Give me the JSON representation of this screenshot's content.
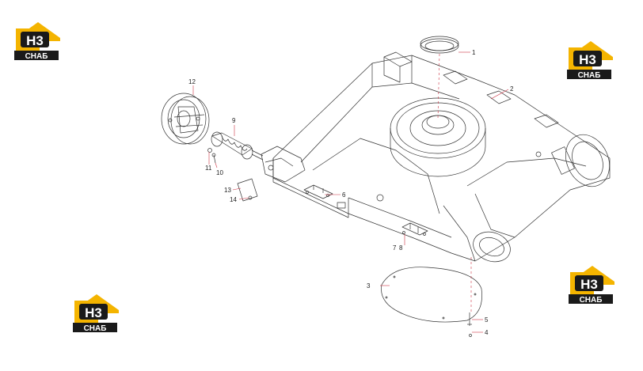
{
  "brand": {
    "logo_mark": "H3",
    "logo_text": "CHAБ",
    "colors": {
      "yellow": "#f4b400",
      "black": "#1a1a1a",
      "white": "#ffffff"
    }
  },
  "callouts": {
    "c1": "1",
    "c2": "2",
    "c3": "3",
    "c4": "4",
    "c5": "5",
    "c6": "6",
    "c7": "7",
    "c8": "8",
    "c9": "9",
    "c10": "10",
    "c11": "11",
    "c12": "12",
    "c13": "13",
    "c14": "14"
  },
  "leader_color": "#cc3344"
}
